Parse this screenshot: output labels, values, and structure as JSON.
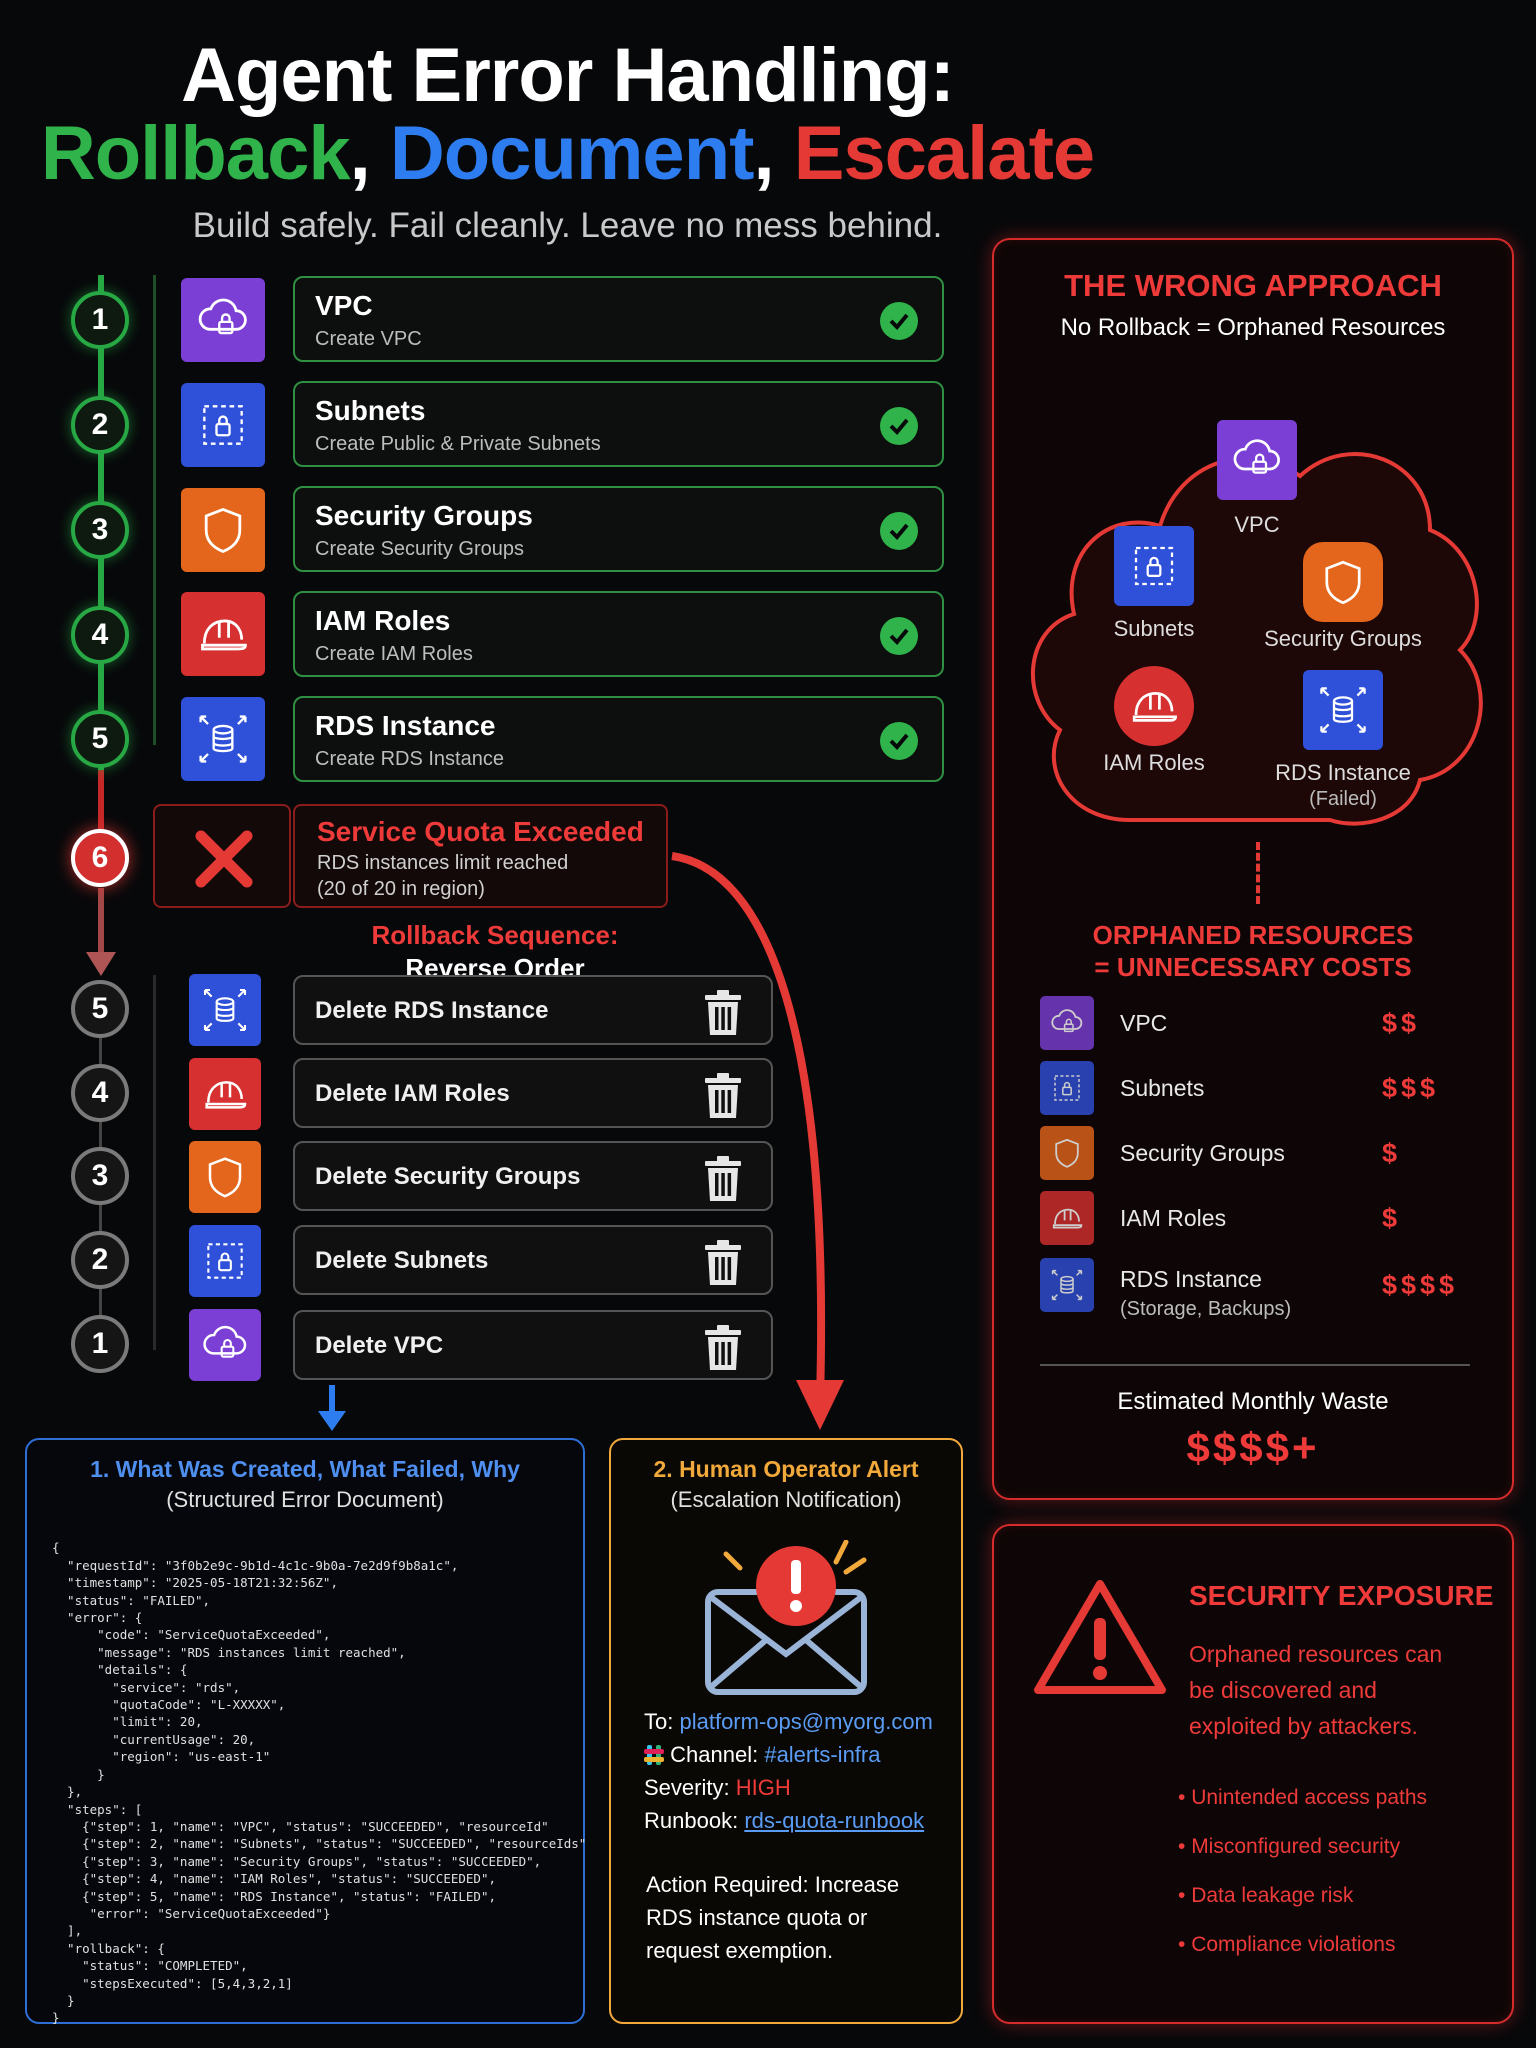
{
  "header": {
    "title": "Agent Error Handling:",
    "rollback": "Rollback",
    "comma1": ",",
    "document": "Document",
    "comma2": ",",
    "escalate": "Escalate",
    "subtitle": "Build safely. Fail cleanly. Leave no mess behind."
  },
  "steps": [
    {
      "num": "1",
      "title": "VPC",
      "desc": "Create VPC",
      "icon": "cloud-lock-icon",
      "color": "#7b3fd6"
    },
    {
      "num": "2",
      "title": "Subnets",
      "desc": "Create Public & Private Subnets",
      "icon": "subnet-lock-icon",
      "color": "#2f50d8"
    },
    {
      "num": "3",
      "title": "Security Groups",
      "desc": "Create Security Groups",
      "icon": "shield-icon",
      "color": "#e4661c"
    },
    {
      "num": "4",
      "title": "IAM Roles",
      "desc": "Create IAM Roles",
      "icon": "hard-hat-icon",
      "color": "#d63030"
    },
    {
      "num": "5",
      "title": "RDS Instance",
      "desc": "Create RDS Instance",
      "icon": "database-icon",
      "color": "#2f50d8"
    }
  ],
  "failure": {
    "num": "6",
    "title": "Service Quota Exceeded",
    "line1": "RDS instances limit reached",
    "line2": "(20 of 20 in region)"
  },
  "rollback": {
    "heading": "Rollback Sequence:",
    "subheading": "Reverse Order",
    "items": [
      {
        "num": "5",
        "label": "Delete RDS Instance"
      },
      {
        "num": "4",
        "label": "Delete IAM Roles"
      },
      {
        "num": "3",
        "label": "Delete Security Groups"
      },
      {
        "num": "2",
        "label": "Delete Subnets"
      },
      {
        "num": "1",
        "label": "Delete VPC"
      }
    ]
  },
  "wrong": {
    "title": "THE WRONG APPROACH",
    "subtitle": "No Rollback = Orphaned Resources",
    "cloud": {
      "vpc": "VPC",
      "subnets": "Subnets",
      "security_groups": "Security Groups",
      "iam": "IAM Roles",
      "rds": "RDS Instance",
      "rds_note": "(Failed)"
    },
    "orphan_title1": "ORPHANED RESOURCES",
    "orphan_title2": "= UNNECESSARY COSTS",
    "orphans": [
      {
        "name": "VPC",
        "note": "",
        "cost": "$$"
      },
      {
        "name": "Subnets",
        "note": "",
        "cost": "$$$"
      },
      {
        "name": "Security Groups",
        "note": "",
        "cost": "$"
      },
      {
        "name": "IAM Roles",
        "note": "",
        "cost": "$"
      },
      {
        "name": "RDS Instance",
        "note": "(Storage, Backups)",
        "cost": "$$$$"
      }
    ],
    "waste_label": "Estimated Monthly Waste",
    "waste_value": "$$$$+"
  },
  "document": {
    "title": "1. What Was Created, What Failed, Why",
    "subtitle": "(Structured Error Document)",
    "code": [
      "{",
      "  \"requestId\": \"3f0b2e9c-9b1d-4c1c-9b0a-7e2d9f9b8a1c\",",
      "  \"timestamp\": \"2025-05-18T21:32:56Z\",",
      "  \"status\": \"FAILED\",",
      "  \"error\": {",
      "      \"code\": \"ServiceQuotaExceeded\",",
      "      \"message\": \"RDS instances limit reached\",",
      "      \"details\": {",
      "        \"service\": \"rds\",",
      "        \"quotaCode\": \"L-XXXXX\",",
      "        \"limit\": 20,",
      "        \"currentUsage\": 20,",
      "        \"region\": \"us-east-1\"",
      "      }",
      "  },",
      "  \"steps\": [",
      "    {\"step\": 1, \"name\": \"VPC\", \"status\": \"SUCCEEDED\", \"resourceId\"",
      "    {\"step\": 2, \"name\": \"Subnets\", \"status\": \"SUCCEEDED\", \"resourceIds\"",
      "    {\"step\": 3, \"name\": \"Security Groups\", \"status\": \"SUCCEEDED\",",
      "    {\"step\": 4, \"name\": \"IAM Roles\", \"status\": \"SUCCEEDED\",",
      "    {\"step\": 5, \"name\": \"RDS Instance\", \"status\": \"FAILED\",",
      "     \"error\": \"ServiceQuotaExceeded\"}",
      "  ],",
      "  \"rollback\": {",
      "    \"status\": \"COMPLETED\",",
      "    \"stepsExecuted\": [5,4,3,2,1]",
      "  }",
      "}"
    ]
  },
  "alert": {
    "title": "2. Human Operator Alert",
    "subtitle": "(Escalation Notification)",
    "to_label": "To:",
    "to_value": "platform-ops@myorg.com",
    "channel_label": "Channel:",
    "channel_value": "#alerts-infra",
    "severity_label": "Severity:",
    "severity_value": "HIGH",
    "runbook_label": "Runbook:",
    "runbook_value": "rds-quota-runbook",
    "action_line1": "Action Required: Increase",
    "action_line2": "RDS instance quota or",
    "action_line3": "request exemption."
  },
  "security": {
    "title": "SECURITY EXPOSURE",
    "line1": "Orphaned resources can",
    "line2": "be discovered and",
    "line3": "exploited by attackers.",
    "bullets": [
      "Unintended access paths",
      "Misconfigured security",
      "Data leakage risk",
      "Compliance violations"
    ]
  },
  "colors": {
    "green": "#2fb34a",
    "blue": "#2e7df0",
    "red": "#e53935",
    "orange": "#f2a93b"
  }
}
